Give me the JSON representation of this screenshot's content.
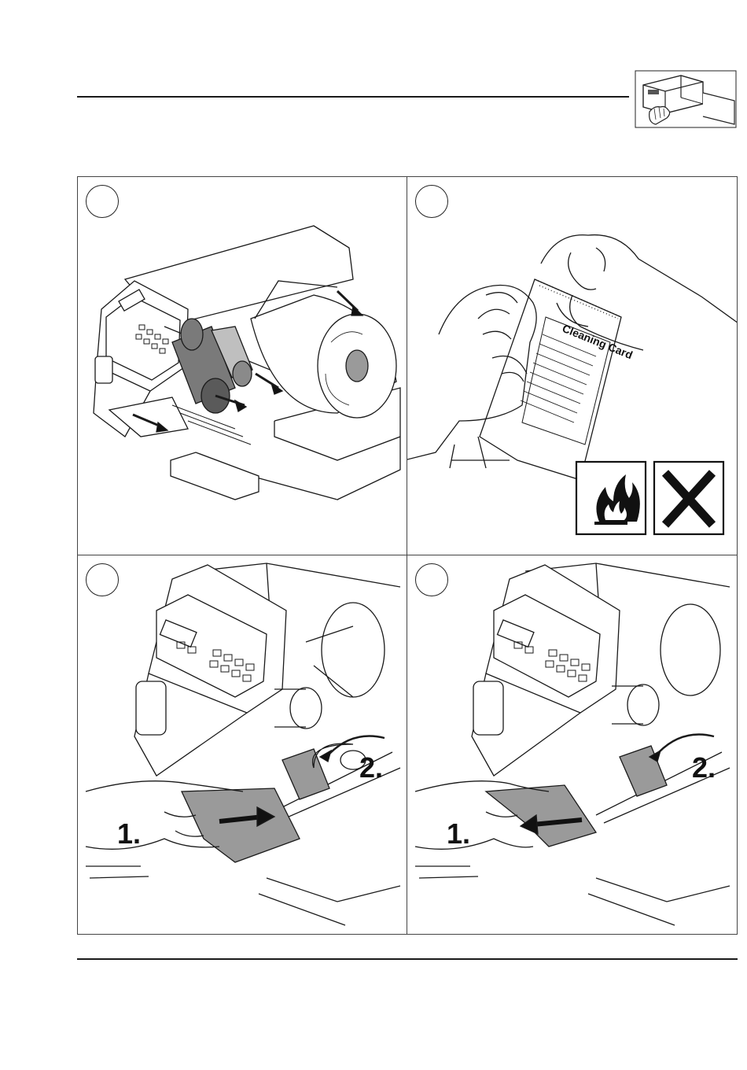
{
  "illustrations": {
    "panel_1": {
      "description_icon": "printer-with-roll-removed"
    },
    "panel_2": {
      "card_label": "Cleaning Card",
      "warnings": [
        "flammable-symbol",
        "harmful-x-symbol"
      ]
    },
    "panel_3": {
      "step_one": "1.",
      "step_two": "2."
    },
    "panel_4": {
      "step_one": "1.",
      "step_two": "2."
    }
  },
  "colors": {
    "line": "#1a1a1a",
    "shade": "#9a9a9a",
    "dark_shade": "#5a5a5a",
    "bg": "#ffffff"
  }
}
